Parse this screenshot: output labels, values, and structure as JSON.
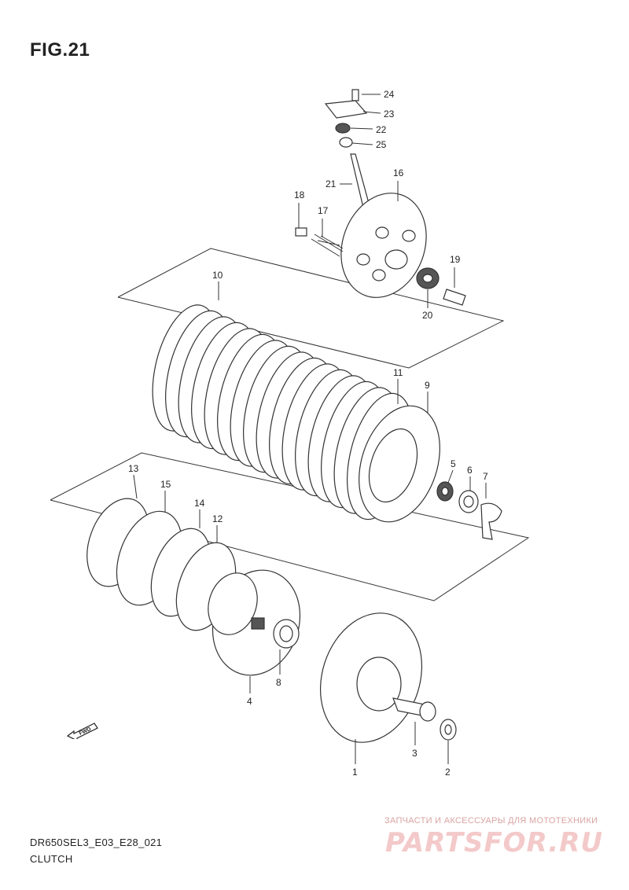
{
  "figure": {
    "title": "FIG.21",
    "model_code": "DR650SEL3_E03_E28_021",
    "section_name": "CLUTCH"
  },
  "direction_badge": {
    "label": "FWD",
    "icon": "fwd-arrow-icon"
  },
  "callouts": [
    {
      "id": "c1",
      "label": "1"
    },
    {
      "id": "c2",
      "label": "2"
    },
    {
      "id": "c3",
      "label": "3"
    },
    {
      "id": "c4",
      "label": "4"
    },
    {
      "id": "c5",
      "label": "5"
    },
    {
      "id": "c6",
      "label": "6"
    },
    {
      "id": "c7",
      "label": "7"
    },
    {
      "id": "c8",
      "label": "8"
    },
    {
      "id": "c9",
      "label": "9"
    },
    {
      "id": "c10",
      "label": "10"
    },
    {
      "id": "c11",
      "label": "11"
    },
    {
      "id": "c12",
      "label": "12"
    },
    {
      "id": "c13",
      "label": "13"
    },
    {
      "id": "c14",
      "label": "14"
    },
    {
      "id": "c15",
      "label": "15"
    },
    {
      "id": "c16",
      "label": "16"
    },
    {
      "id": "c17",
      "label": "17"
    },
    {
      "id": "c18",
      "label": "18"
    },
    {
      "id": "c19",
      "label": "19"
    },
    {
      "id": "c20",
      "label": "20"
    },
    {
      "id": "c21",
      "label": "21"
    },
    {
      "id": "c22",
      "label": "22"
    },
    {
      "id": "c23",
      "label": "23"
    },
    {
      "id": "c24",
      "label": "24"
    },
    {
      "id": "c25",
      "label": "25"
    }
  ],
  "watermark": {
    "tagline": "ЗАПЧАСТИ И АКСЕССУАРЫ ДЛЯ МОТОТЕХНИКИ",
    "logo": "PARTSFOR.RU"
  },
  "colors": {
    "line": "#333333",
    "watermark": "#f3c9c9"
  }
}
